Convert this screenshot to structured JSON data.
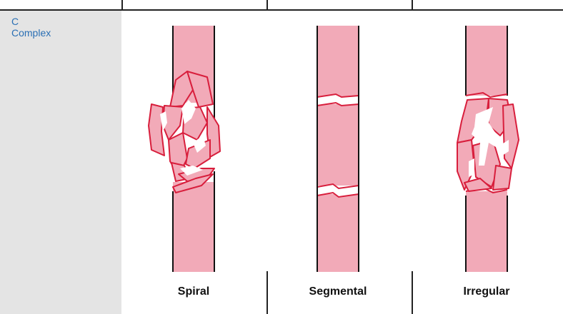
{
  "category": {
    "code": "C",
    "name": "Complex"
  },
  "columns": [
    {
      "id": "spiral",
      "label": "Spiral"
    },
    {
      "id": "segmental",
      "label": "Segmental"
    },
    {
      "id": "irregular",
      "label": "Irregular"
    }
  ],
  "colors": {
    "bone_fill": "#f2aab8",
    "fracture_line": "#d81e3c",
    "label_blue": "#2a6fb4",
    "panel_gray": "#e4e4e4"
  }
}
